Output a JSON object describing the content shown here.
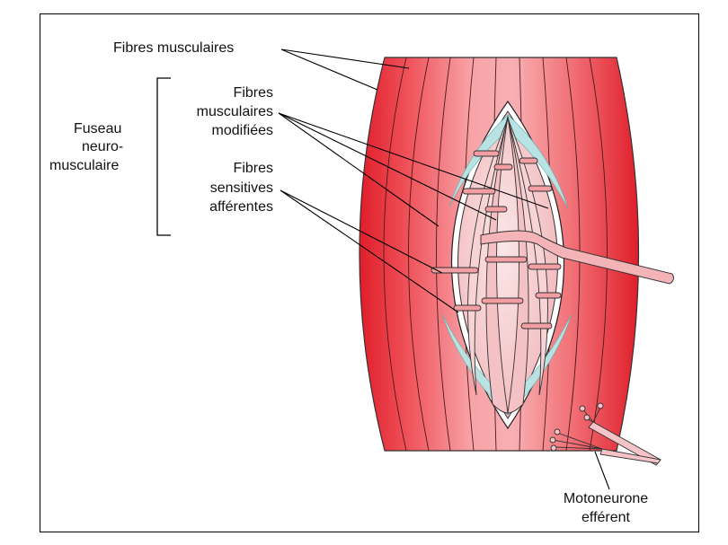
{
  "labels": {
    "fibres_musculaires": "Fibres musculaires",
    "fuseau": [
      "Fuseau",
      "neuro-",
      "musculaire"
    ],
    "fibres_modifiees": [
      "Fibres",
      "musculaires",
      "modifiées"
    ],
    "fibres_sensitives": [
      "Fibres",
      "sensitives",
      "afférentes"
    ],
    "motoneurone": [
      "Motoneurone",
      "efférent"
    ]
  },
  "colors": {
    "muscle_dark": "#e8202c",
    "muscle_mid": "#f05a62",
    "muscle_light": "#f7a1a5",
    "spindle_fill": "#f6d2d4",
    "spindle_fluid": "#b9e3e2",
    "outline": "#222222"
  }
}
